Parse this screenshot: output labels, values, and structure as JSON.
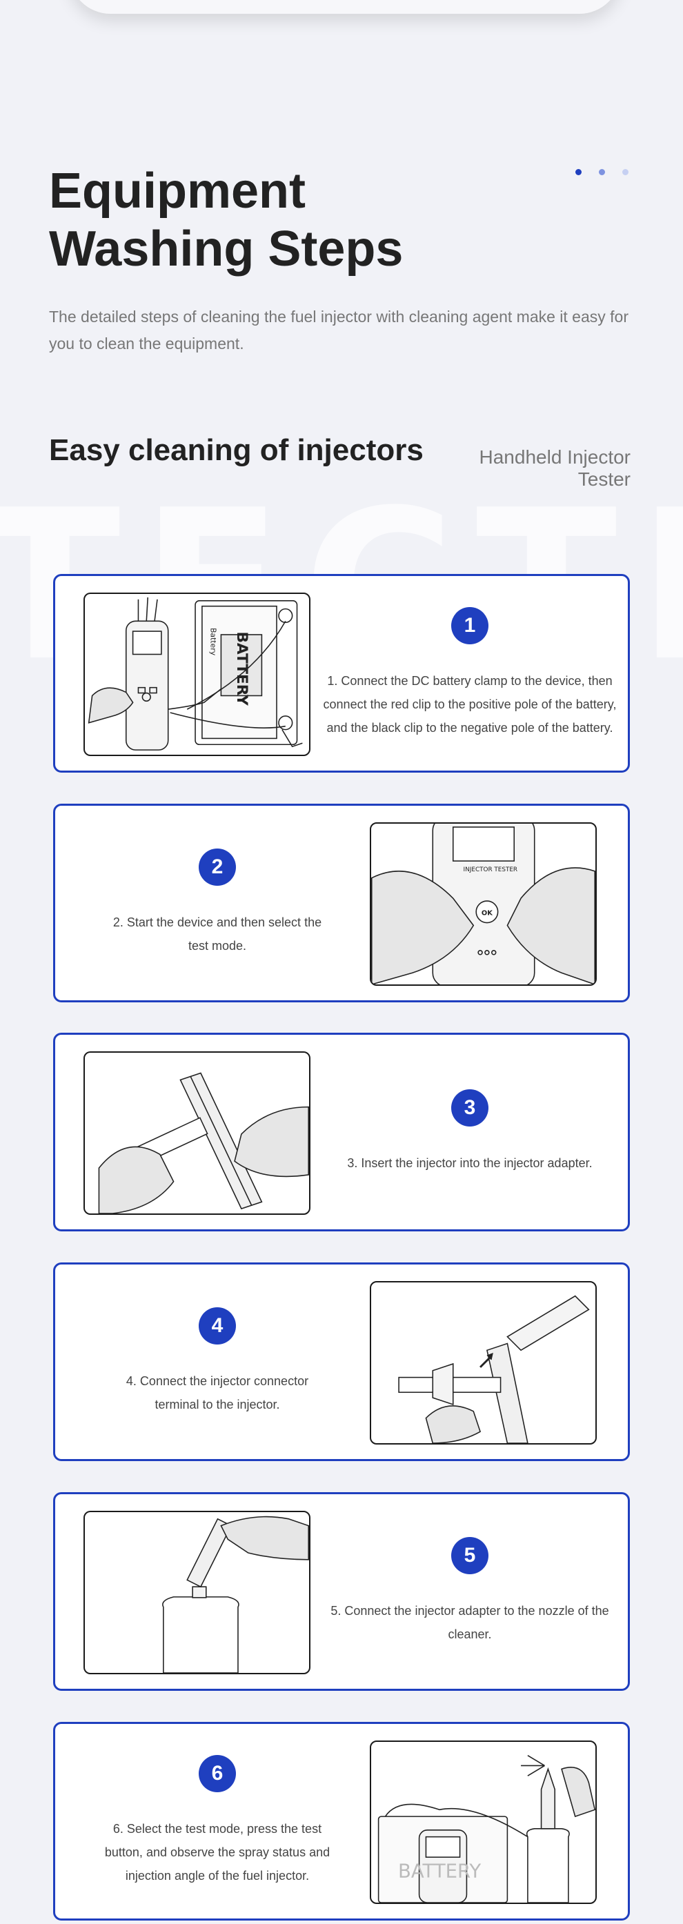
{
  "header": {
    "title_line1": "Equipment",
    "title_line2": "Washing Steps",
    "intro": "The detailed steps of cleaning the fuel injector with cleaning agent make it easy for you to clean the equipment."
  },
  "section": {
    "title": "Easy cleaning of injectors",
    "subtitle": "Handheld Injector Tester"
  },
  "watermark": "TECTIO",
  "illustrations": {
    "battery_label": "BATTERY",
    "battery_side_label": "Battery",
    "tester_label": "INJECTOR TESTER",
    "ok_key": "OK",
    "battery_label_small": "BATTERY"
  },
  "steps": [
    {
      "number": "1",
      "text": "1. Connect the DC battery clamp to the device, then connect the red clip to the positive pole of the battery, and the black clip to the negative pole of the battery."
    },
    {
      "number": "2",
      "text": "2. Start the device and then select the test mode."
    },
    {
      "number": "3",
      "text": "3. Insert the injector into the injector adapter."
    },
    {
      "number": "4",
      "text": "4. Connect the injector connector terminal to the injector."
    },
    {
      "number": "5",
      "text": "5. Connect the injector adapter to the nozzle of the cleaner."
    },
    {
      "number": "6",
      "text": "6. Select the test mode, press the test button, and observe the spray status and injection angle of the fuel injector."
    }
  ],
  "colors": {
    "accent": "#1f3fbf",
    "background": "#f1f2f7"
  }
}
